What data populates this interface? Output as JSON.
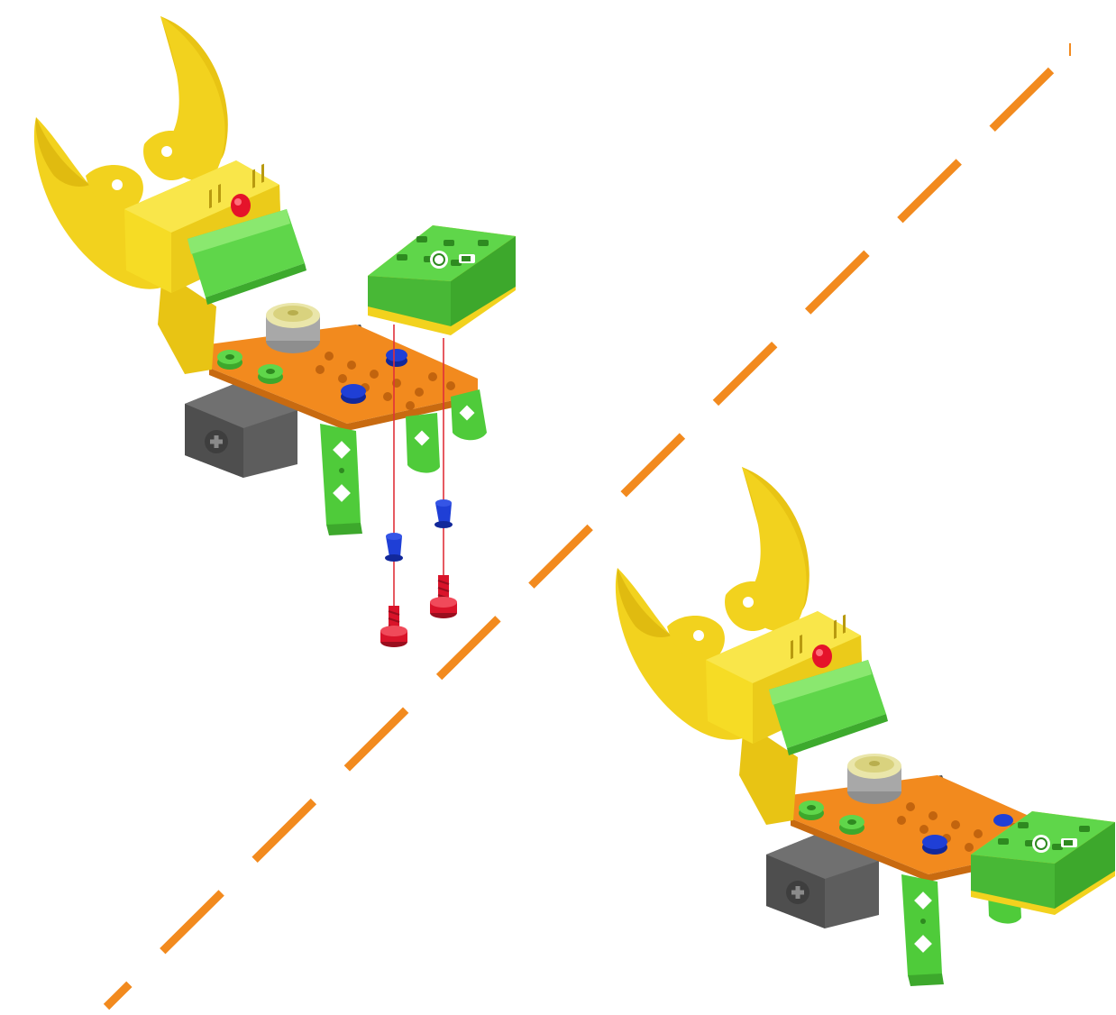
{
  "diagram": {
    "steps": [
      {
        "id": "exploded-view"
      },
      {
        "id": "assembled-view"
      }
    ],
    "parts": [
      {
        "name": "yellow-claw",
        "color": "#F2D21E"
      },
      {
        "name": "servo-block",
        "color": "#F6DC25"
      },
      {
        "name": "green-sensor-face",
        "color": "#5FD64A"
      },
      {
        "name": "red-button",
        "color": "#E5132A"
      },
      {
        "name": "orange-plate",
        "color": "#F28A1E"
      },
      {
        "name": "grey-block",
        "color": "#5D5D5D"
      },
      {
        "name": "green-bracket",
        "color": "#4FCB3A"
      },
      {
        "name": "blue-nut",
        "color": "#1F3FD6"
      },
      {
        "name": "red-screw",
        "color": "#D9142A"
      },
      {
        "name": "buzzer",
        "color": "#EAE6AA"
      },
      {
        "name": "battery-module",
        "color": "#5FD64A"
      }
    ],
    "divider_color": "#F28A1E",
    "guide_line_color": "#E0303A",
    "icons": [
      "battery-icon",
      "screw-icon",
      "nut-icon"
    ]
  }
}
